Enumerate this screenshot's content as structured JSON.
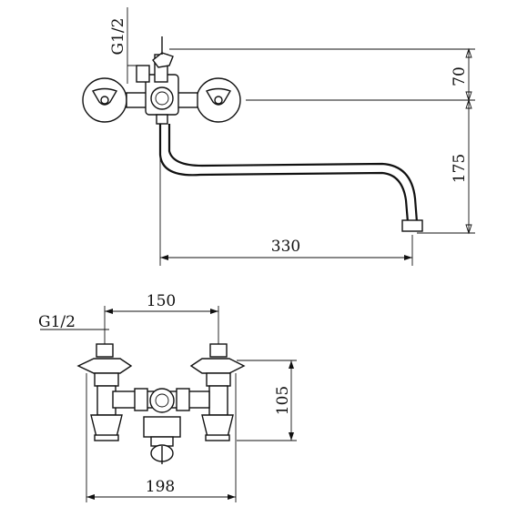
{
  "top_view": {
    "thread_label": "G1/2",
    "dim_height_upper": "70",
    "dim_height_lower": "175",
    "dim_spout_length": "330"
  },
  "front_view": {
    "thread_label": "G1/2",
    "dim_center_distance": "150",
    "dim_height": "105",
    "dim_overall_width": "198"
  },
  "colors": {
    "line": "#111111",
    "background": "#ffffff"
  }
}
